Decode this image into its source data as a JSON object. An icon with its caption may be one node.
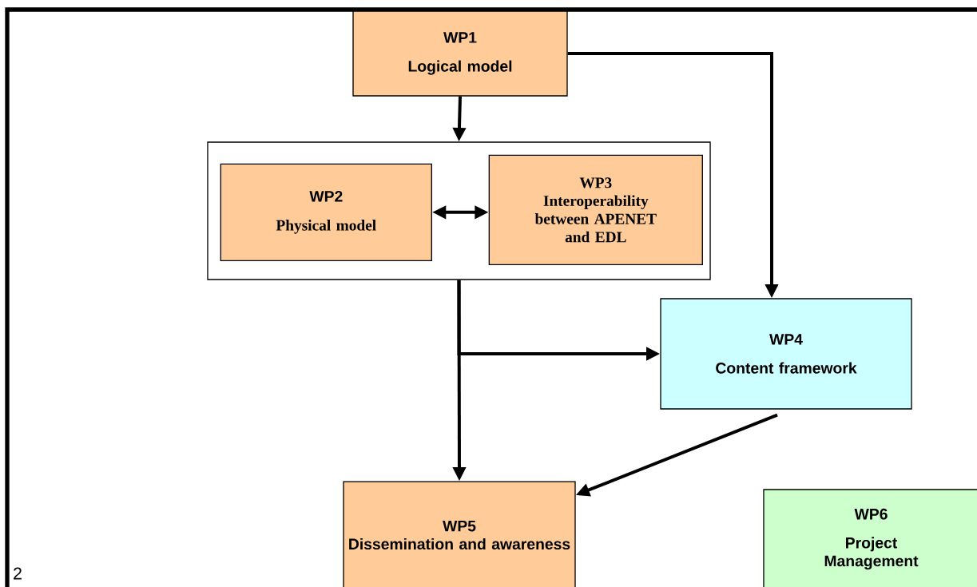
{
  "diagram": {
    "nodes": [
      {
        "text": [
          "WP1",
          "Logical model"
        ]
      },
      {
        "text": [],
        "shape": "box"
      },
      {
        "text": [
          "WP2",
          "Physical model"
        ],
        "in": 1
      },
      {
        "text": [
          "WP3",
          "Interoperability between APENET and EDL"
        ],
        "in": 1
      },
      {
        "text": [
          "WP4",
          "Content framework"
        ]
      },
      {
        "text": [
          "WP5",
          "Dissemination and awareness"
        ]
      },
      {
        "text": [
          "WP6",
          "Project Management"
        ]
      }
    ],
    "edges": [
      {
        "from": 0,
        "to": 1,
        "arrow": "to"
      },
      {
        "from": 0,
        "to": 4,
        "arrow": "to"
      },
      {
        "from": 2,
        "to": 3,
        "arrow": "both"
      },
      {
        "from": 1,
        "to": 4,
        "arrow": "to"
      },
      {
        "from": 1,
        "to": 5,
        "arrow": "to"
      },
      {
        "from": 4,
        "to": 5,
        "arrow": "to"
      }
    ],
    "labels": [
      "2"
    ]
  }
}
